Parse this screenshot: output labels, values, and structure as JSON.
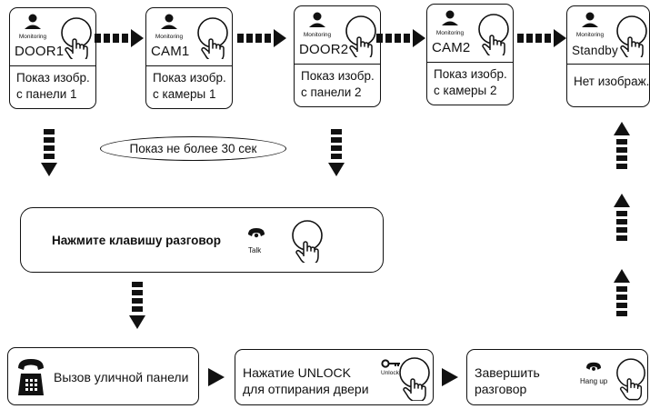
{
  "screens": [
    {
      "monitor_label": "Monitoring",
      "device": "DOOR1",
      "desc": "Показ изобр.\nс панели 1"
    },
    {
      "monitor_label": "Monitoring",
      "device": "CAM1",
      "desc": "Показ изобр.\nс камеры 1"
    },
    {
      "monitor_label": "Monitoring",
      "device": "DOOR2",
      "desc": "Показ изобр.\nс панели 2"
    },
    {
      "monitor_label": "Monitoring",
      "device": "CAM2",
      "desc": "Показ изобр.\nс камеры 2"
    },
    {
      "monitor_label": "Monitoring",
      "device": "Standby",
      "desc": "Нет изображ."
    }
  ],
  "timeout_note": "Показ не более 30 сек",
  "talk_step": {
    "text": "Нажмите клавишу разговор",
    "icon_label": "Talk",
    "icon": "handset-icon"
  },
  "bottom_steps": [
    {
      "text": "Вызов уличной панели",
      "icon": "intercom-phone-icon"
    },
    {
      "text": "Нажатие UNLOCK\nдля отпирания двери",
      "icon_label": "Unlock",
      "icon": "key-icon"
    },
    {
      "text": "Завершить\nразговор",
      "icon_label": "Hang up",
      "icon": "handset-icon"
    }
  ]
}
